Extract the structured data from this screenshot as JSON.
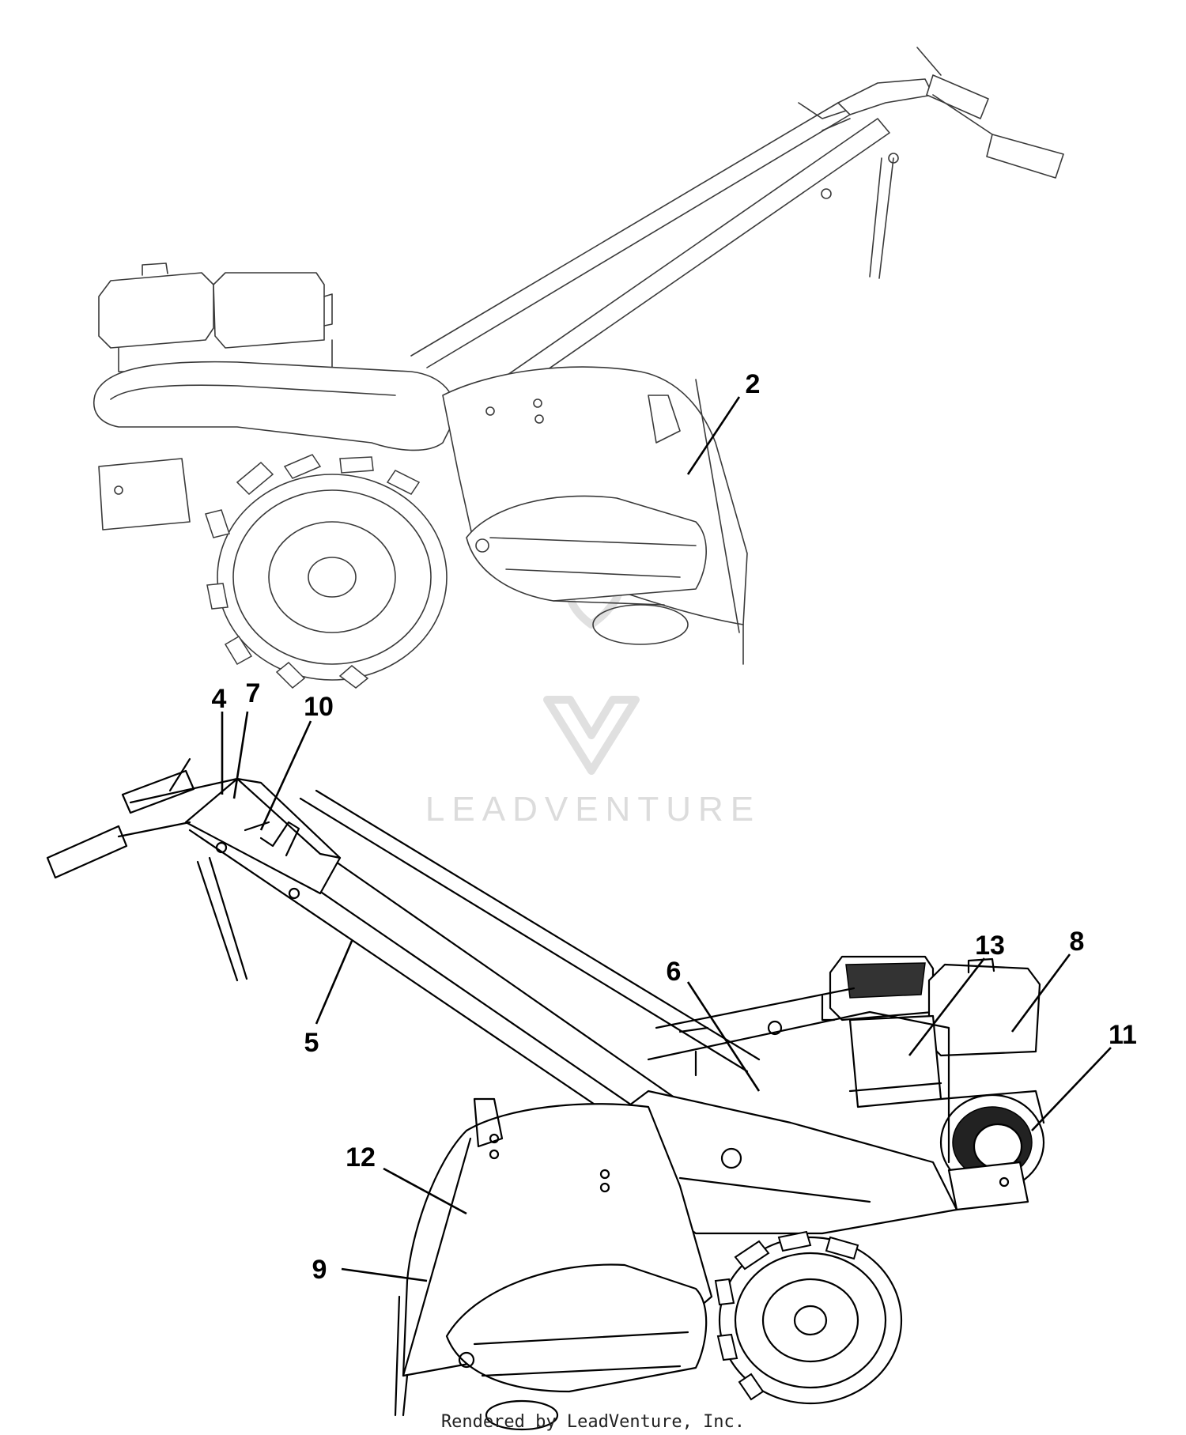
{
  "callouts": [
    {
      "id": "2",
      "label": "2"
    },
    {
      "id": "4",
      "label": "4"
    },
    {
      "id": "5",
      "label": "5"
    },
    {
      "id": "6",
      "label": "6"
    },
    {
      "id": "7",
      "label": "7"
    },
    {
      "id": "8",
      "label": "8"
    },
    {
      "id": "9",
      "label": "9"
    },
    {
      "id": "10",
      "label": "10"
    },
    {
      "id": "11",
      "label": "11"
    },
    {
      "id": "12",
      "label": "12"
    },
    {
      "id": "13",
      "label": "13"
    }
  ],
  "watermark": {
    "text": "LEADVENTURE",
    "color": "#dcdcdc"
  },
  "footer": {
    "credit": "Rendered by LeadVenture, Inc."
  }
}
